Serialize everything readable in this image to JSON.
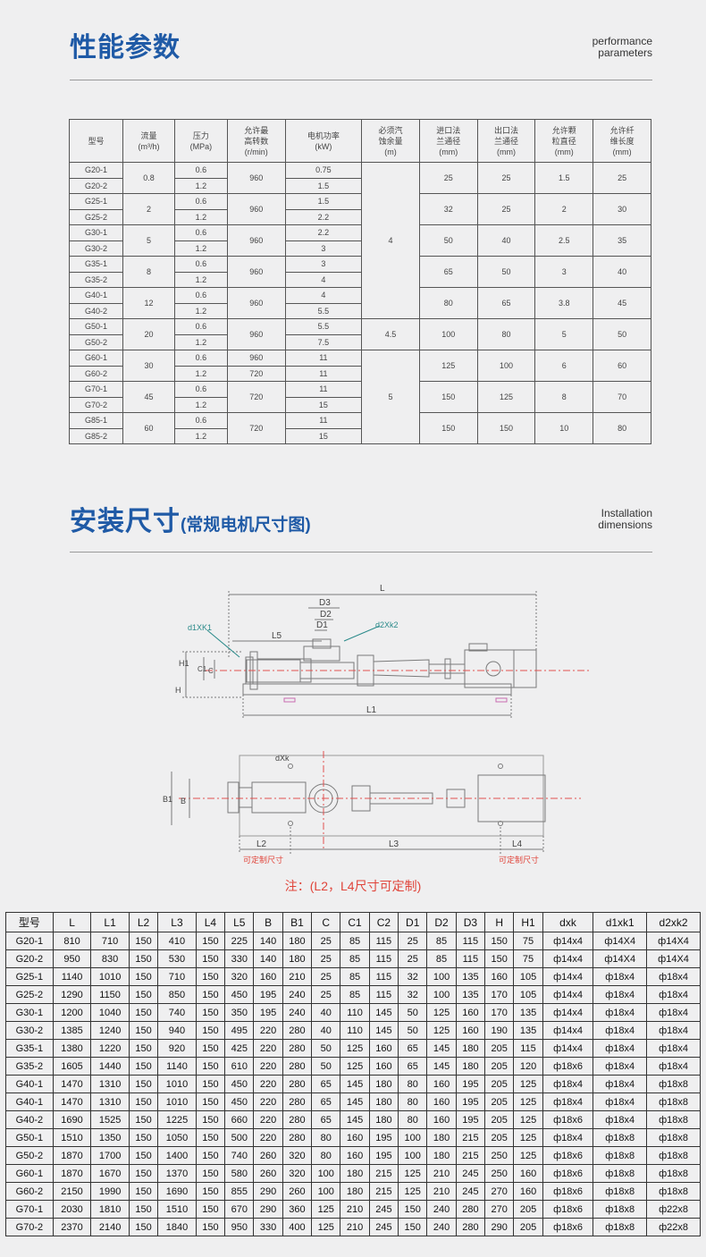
{
  "perf": {
    "title": "性能参数",
    "en_line1": "performance",
    "en_line2": "parameters",
    "headers": [
      [
        "型号"
      ],
      [
        "流量",
        "(m³/h)"
      ],
      [
        "压力",
        "(MPa)"
      ],
      [
        "允许最",
        "高转数",
        "(r/min)"
      ],
      [
        "电机功率",
        "(kW)"
      ],
      [
        "必须汽",
        "蚀余量",
        "(m)"
      ],
      [
        "进口法",
        "兰通径",
        "(mm)"
      ],
      [
        "出口法",
        "兰通径",
        "(mm)"
      ],
      [
        "允许颗",
        "粒直径",
        "(mm)"
      ],
      [
        "允许纤",
        "维长度",
        "(mm)"
      ]
    ],
    "groups": [
      {
        "models": [
          "G20-1",
          "G20-2"
        ],
        "flow": "0.8",
        "pressure": [
          "0.6",
          "1.2"
        ],
        "rpm": [
          "960"
        ],
        "power": [
          "0.75",
          "1.5"
        ],
        "inlet": "25",
        "outlet": "25",
        "particle": "1.5",
        "fiber": "25"
      },
      {
        "models": [
          "G25-1",
          "G25-2"
        ],
        "flow": "2",
        "pressure": [
          "0.6",
          "1.2"
        ],
        "rpm": [
          "960"
        ],
        "power": [
          "1.5",
          "2.2"
        ],
        "inlet": "32",
        "outlet": "25",
        "particle": "2",
        "fiber": "30"
      },
      {
        "models": [
          "G30-1",
          "G30-2"
        ],
        "flow": "5",
        "pressure": [
          "0.6",
          "1.2"
        ],
        "rpm": [
          "960"
        ],
        "power": [
          "2.2",
          "3"
        ],
        "inlet": "50",
        "outlet": "40",
        "particle": "2.5",
        "fiber": "35"
      },
      {
        "models": [
          "G35-1",
          "G35-2"
        ],
        "flow": "8",
        "pressure": [
          "0.6",
          "1.2"
        ],
        "rpm": [
          "960"
        ],
        "power": [
          "3",
          "4"
        ],
        "inlet": "65",
        "outlet": "50",
        "particle": "3",
        "fiber": "40"
      },
      {
        "models": [
          "G40-1",
          "G40-2"
        ],
        "flow": "12",
        "pressure": [
          "0.6",
          "1.2"
        ],
        "rpm": [
          "960"
        ],
        "power": [
          "4",
          "5.5"
        ],
        "inlet": "80",
        "outlet": "65",
        "particle": "3.8",
        "fiber": "45"
      },
      {
        "models": [
          "G50-1",
          "G50-2"
        ],
        "flow": "20",
        "pressure": [
          "0.6",
          "1.2"
        ],
        "rpm": [
          "960"
        ],
        "power": [
          "5.5",
          "7.5"
        ],
        "inlet": "100",
        "outlet": "80",
        "particle": "5",
        "fiber": "50"
      },
      {
        "models": [
          "G60-1",
          "G60-2"
        ],
        "flow": "30",
        "pressure": [
          "0.6",
          "1.2"
        ],
        "rpm": [
          "960",
          "720"
        ],
        "power": [
          "11",
          "11"
        ],
        "inlet": "125",
        "outlet": "100",
        "particle": "6",
        "fiber": "60"
      },
      {
        "models": [
          "G70-1",
          "G70-2"
        ],
        "flow": "45",
        "pressure": [
          "0.6",
          "1.2"
        ],
        "rpm": [
          "720"
        ],
        "power": [
          "11",
          "15"
        ],
        "inlet": "150",
        "outlet": "125",
        "particle": "8",
        "fiber": "70"
      },
      {
        "models": [
          "G85-1",
          "G85-2"
        ],
        "flow": "60",
        "pressure": [
          "0.6",
          "1.2"
        ],
        "rpm": [
          "720"
        ],
        "power": [
          "11",
          "15"
        ],
        "inlet": "150",
        "outlet": "150",
        "particle": "10",
        "fiber": "80"
      }
    ],
    "npsh": [
      {
        "value": "4",
        "rows": 10
      },
      {
        "value": "4.5",
        "rows": 2
      },
      {
        "value": "5",
        "rows": 6
      }
    ]
  },
  "install": {
    "title": "安装尺寸",
    "subtitle": "(常规电机尺寸图)",
    "en_line1": "Installation",
    "en_line2": "dimensions",
    "note": "注：(L2，L4尺寸可定制)",
    "drawing_labels": {
      "L": "L",
      "D3": "D3",
      "D2": "D2",
      "D1": "D1",
      "L5": "L5",
      "d1xk1": "d1XK1",
      "d2xk2": "d2Xk2",
      "H1": "H1",
      "C1": "C1",
      "C": "C",
      "H": "H",
      "L1": "L1",
      "dxk": "dXk",
      "B1": "B1",
      "B": "B",
      "L2": "L2",
      "L3": "L3",
      "L4": "L4",
      "custom": "可定制尺寸"
    }
  },
  "dims": {
    "headers": [
      "型号",
      "L",
      "L1",
      "L2",
      "L3",
      "L4",
      "L5",
      "B",
      "B1",
      "C",
      "C1",
      "C2",
      "D1",
      "D2",
      "D3",
      "H",
      "H1",
      "dxk",
      "d1xk1",
      "d2xk2"
    ],
    "rows": [
      [
        "G20-1",
        "810",
        "710",
        "150",
        "410",
        "150",
        "225",
        "140",
        "180",
        "25",
        "85",
        "115",
        "25",
        "85",
        "115",
        "150",
        "75",
        "ф14x4",
        "ф14X4",
        "ф14X4"
      ],
      [
        "G20-2",
        "950",
        "830",
        "150",
        "530",
        "150",
        "330",
        "140",
        "180",
        "25",
        "85",
        "115",
        "25",
        "85",
        "115",
        "150",
        "75",
        "ф14x4",
        "ф14X4",
        "ф14X4"
      ],
      [
        "G25-1",
        "1140",
        "1010",
        "150",
        "710",
        "150",
        "320",
        "160",
        "210",
        "25",
        "85",
        "115",
        "32",
        "100",
        "135",
        "160",
        "105",
        "ф14x4",
        "ф18x4",
        "ф18x4"
      ],
      [
        "G25-2",
        "1290",
        "1150",
        "150",
        "850",
        "150",
        "450",
        "195",
        "240",
        "25",
        "85",
        "115",
        "32",
        "100",
        "135",
        "170",
        "105",
        "ф14x4",
        "ф18x4",
        "ф18x4"
      ],
      [
        "G30-1",
        "1200",
        "1040",
        "150",
        "740",
        "150",
        "350",
        "195",
        "240",
        "40",
        "110",
        "145",
        "50",
        "125",
        "160",
        "170",
        "135",
        "ф14x4",
        "ф18x4",
        "ф18x4"
      ],
      [
        "G30-2",
        "1385",
        "1240",
        "150",
        "940",
        "150",
        "495",
        "220",
        "280",
        "40",
        "110",
        "145",
        "50",
        "125",
        "160",
        "190",
        "135",
        "ф14x4",
        "ф18x4",
        "ф18x4"
      ],
      [
        "G35-1",
        "1380",
        "1220",
        "150",
        "920",
        "150",
        "425",
        "220",
        "280",
        "50",
        "125",
        "160",
        "65",
        "145",
        "180",
        "205",
        "115",
        "ф14x4",
        "ф18x4",
        "ф18x4"
      ],
      [
        "G35-2",
        "1605",
        "1440",
        "150",
        "1140",
        "150",
        "610",
        "220",
        "280",
        "50",
        "125",
        "160",
        "65",
        "145",
        "180",
        "205",
        "120",
        "ф18x6",
        "ф18x4",
        "ф18x4"
      ],
      [
        "G40-1",
        "1470",
        "1310",
        "150",
        "1010",
        "150",
        "450",
        "220",
        "280",
        "65",
        "145",
        "180",
        "80",
        "160",
        "195",
        "205",
        "125",
        "ф18x4",
        "ф18x4",
        "ф18x8"
      ],
      [
        "G40-1",
        "1470",
        "1310",
        "150",
        "1010",
        "150",
        "450",
        "220",
        "280",
        "65",
        "145",
        "180",
        "80",
        "160",
        "195",
        "205",
        "125",
        "ф18x4",
        "ф18x4",
        "ф18x8"
      ],
      [
        "G40-2",
        "1690",
        "1525",
        "150",
        "1225",
        "150",
        "660",
        "220",
        "280",
        "65",
        "145",
        "180",
        "80",
        "160",
        "195",
        "205",
        "125",
        "ф18x6",
        "ф18x4",
        "ф18x8"
      ],
      [
        "G50-1",
        "1510",
        "1350",
        "150",
        "1050",
        "150",
        "500",
        "220",
        "280",
        "80",
        "160",
        "195",
        "100",
        "180",
        "215",
        "205",
        "125",
        "ф18x4",
        "ф18x8",
        "ф18x8"
      ],
      [
        "G50-2",
        "1870",
        "1700",
        "150",
        "1400",
        "150",
        "740",
        "260",
        "320",
        "80",
        "160",
        "195",
        "100",
        "180",
        "215",
        "250",
        "125",
        "ф18x6",
        "ф18x8",
        "ф18x8"
      ],
      [
        "G60-1",
        "1870",
        "1670",
        "150",
        "1370",
        "150",
        "580",
        "260",
        "320",
        "100",
        "180",
        "215",
        "125",
        "210",
        "245",
        "250",
        "160",
        "ф18x6",
        "ф18x8",
        "ф18x8"
      ],
      [
        "G60-2",
        "2150",
        "1990",
        "150",
        "1690",
        "150",
        "855",
        "290",
        "260",
        "100",
        "180",
        "215",
        "125",
        "210",
        "245",
        "270",
        "160",
        "ф18x6",
        "ф18x8",
        "ф18x8"
      ],
      [
        "G70-1",
        "2030",
        "1810",
        "150",
        "1510",
        "150",
        "670",
        "290",
        "360",
        "125",
        "210",
        "245",
        "150",
        "240",
        "280",
        "270",
        "205",
        "ф18x6",
        "ф18x8",
        "ф22x8"
      ],
      [
        "G70-2",
        "2370",
        "2140",
        "150",
        "1840",
        "150",
        "950",
        "330",
        "400",
        "125",
        "210",
        "245",
        "150",
        "240",
        "280",
        "290",
        "205",
        "ф18x6",
        "ф18x8",
        "ф22x8"
      ]
    ]
  }
}
